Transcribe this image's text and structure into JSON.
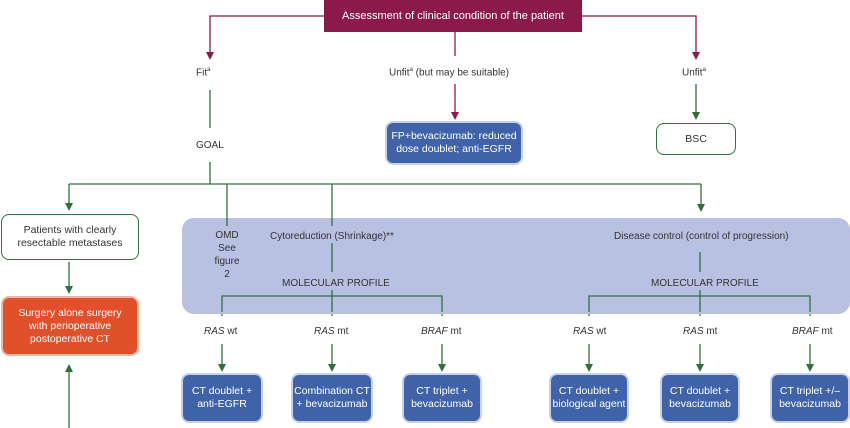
{
  "root": "Assessment of clinical condition of the patient",
  "branches": {
    "fit": "Fit",
    "fit_sup": "a",
    "unfit_suitable": "Unfit",
    "unfit_suitable_sup": "a",
    "unfit_suitable_note": " (but may be suitable)",
    "unfit": "Unfit",
    "unfit_sup": "a"
  },
  "goal": "GOAL",
  "unfit_suitable_box": "FP+bevacizumab: reduced dose doublet; anti-EGFR",
  "bsc_box": "BSC",
  "resectable_box": "Patients with clearly resectable metastases",
  "surgery_box": "Surgery alone surgery with perioperative postoperative CT",
  "omd": "OMD See figure 2",
  "cytoreduction": "Cytoreduction (Shrinkage)**",
  "disease_control": "Disease control (control of progression)",
  "molecular_profile_left": "MOLECULAR PROFILE",
  "molecular_profile_right": "MOLECULAR PROFILE",
  "left_profiles": [
    {
      "gene": "RAS",
      "status": " wt",
      "treatment": "CT doublet + anti-EGFR"
    },
    {
      "gene": "RAS",
      "status": " mt",
      "treatment": "Combination CT + bevacizumab"
    },
    {
      "gene": "BRAF",
      "status": " mt",
      "treatment": "CT triplet + bevacizumab"
    }
  ],
  "right_profiles": [
    {
      "gene": "RAS",
      "status": " wt",
      "treatment": "CT doublet + biological agent"
    },
    {
      "gene": "RAS",
      "status": " mt",
      "treatment": "CT doublet + bevacizumab"
    },
    {
      "gene": "BRAF",
      "status": " mt",
      "treatment": "CT triplet +/– bevacizumab"
    }
  ],
  "colors": {
    "root_fill": "#8b1a4a",
    "treatment_fill": "#3f62a8",
    "surgery_fill": "#e2502b",
    "panel_fill": "#b9c1e2",
    "connector_green": "#2e7040",
    "connector_maroon": "#8b1a4a"
  }
}
